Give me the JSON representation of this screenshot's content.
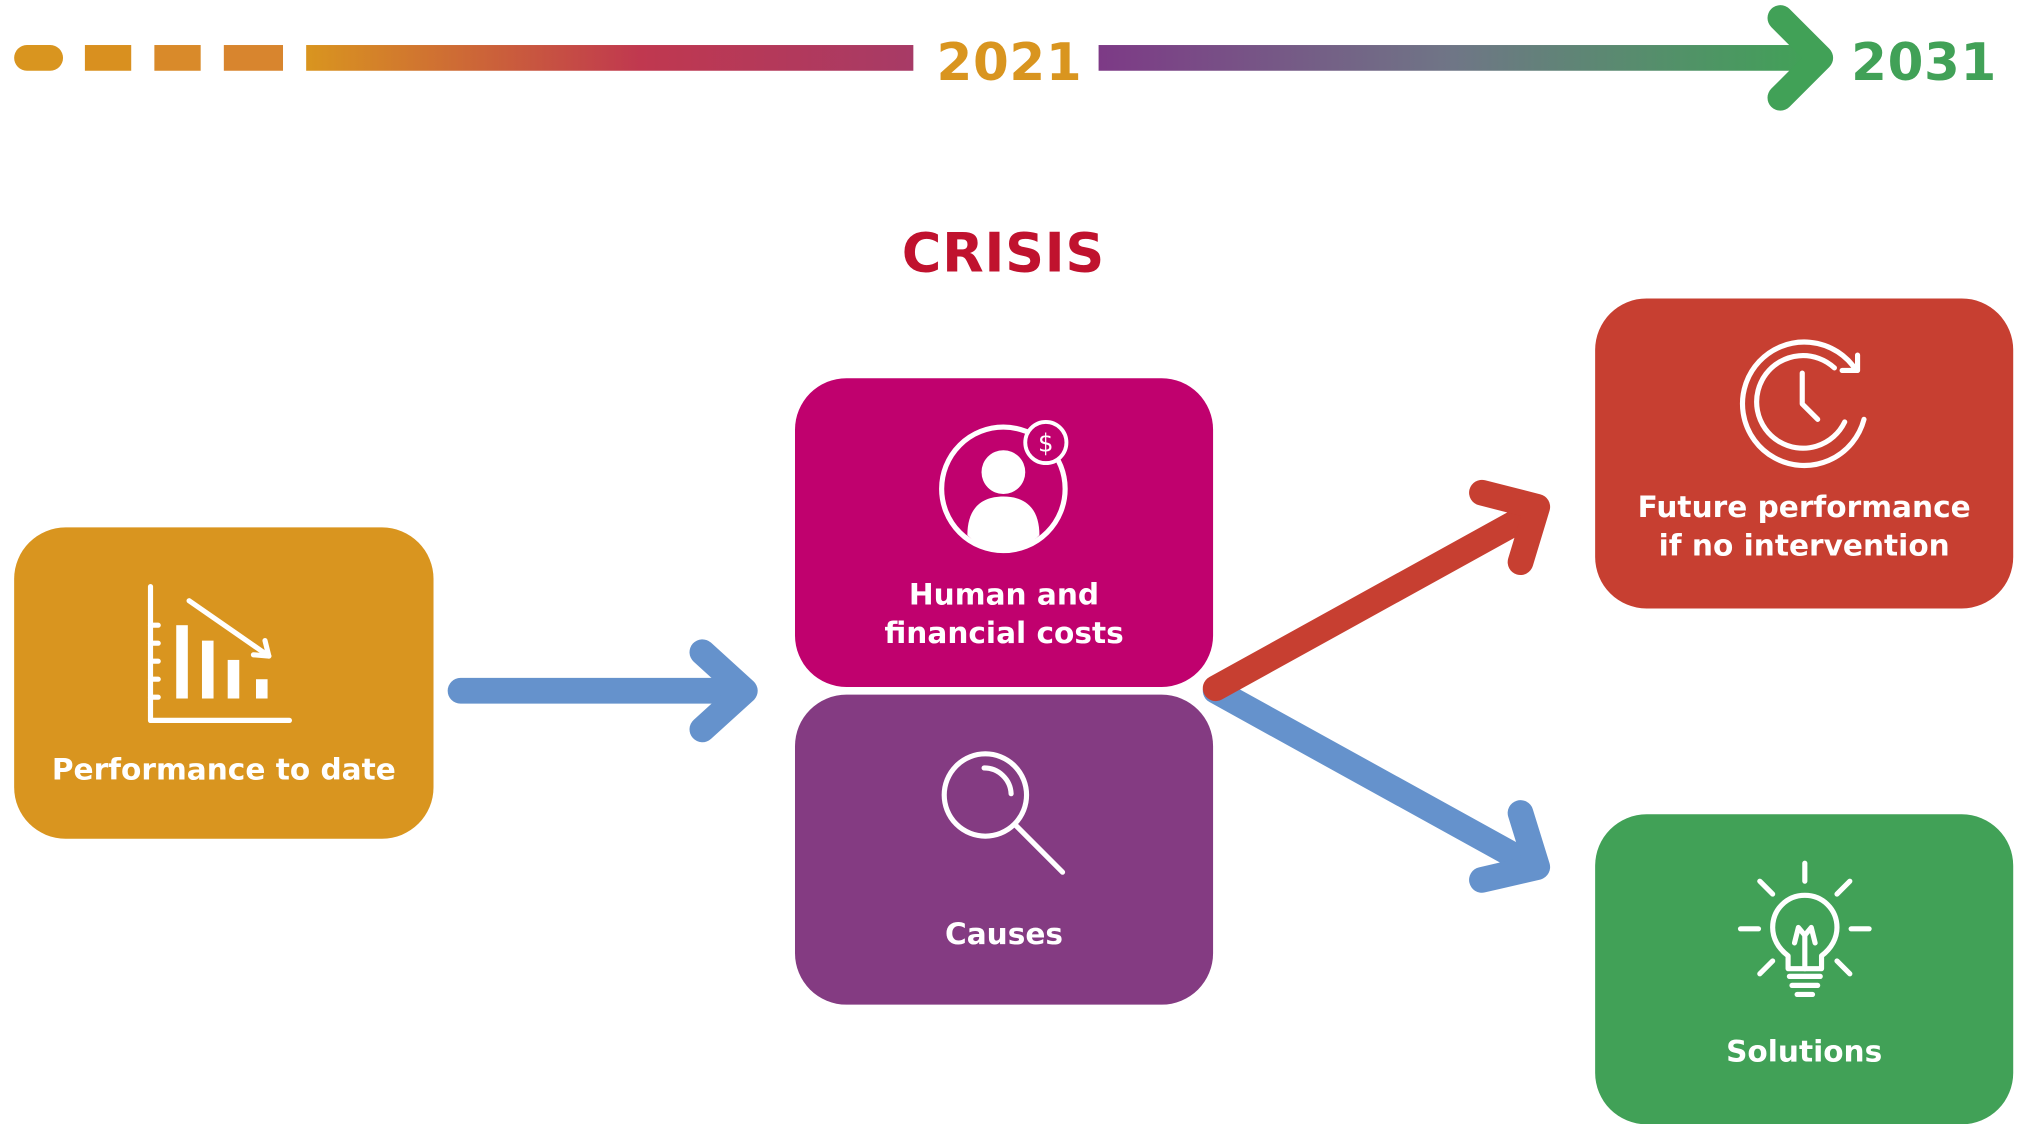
{
  "timeline": {
    "start_year": "2021",
    "end_year": "2031"
  },
  "title": "CRISIS",
  "boxes": {
    "performance": {
      "label": "Performance to date",
      "icon": "declining-bar-chart-icon"
    },
    "human": {
      "label_line1": "Human and",
      "label_line2": "financial costs",
      "icon": "person-dollar-icon"
    },
    "causes": {
      "label": "Causes",
      "icon": "magnifying-glass-icon"
    },
    "future": {
      "label_line1": "Future performance",
      "label_line2": "if no intervention",
      "icon": "clock-refresh-icon"
    },
    "solutions": {
      "label": "Solutions",
      "icon": "lightbulb-icon"
    }
  },
  "colors": {
    "orange": "#d9951f",
    "magenta": "#c0016e",
    "purple": "#843b82",
    "red": "#c73f31",
    "green": "#41a157",
    "blue": "#6592cc",
    "crisis": "#c0122e"
  }
}
